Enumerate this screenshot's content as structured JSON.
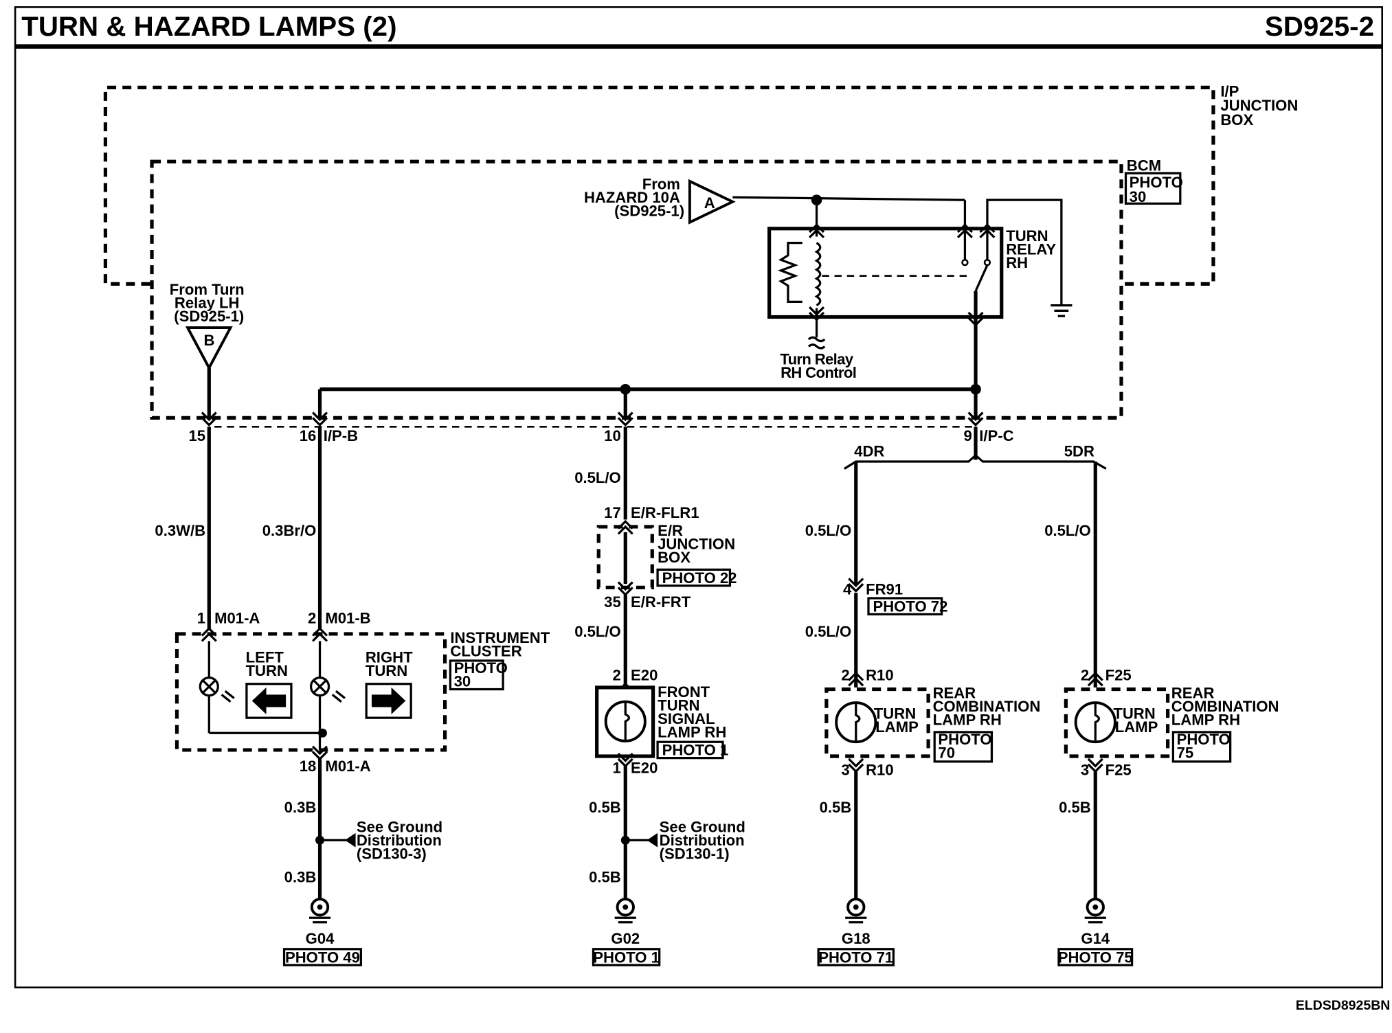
{
  "header": {
    "title": "TURN & HAZARD LAMPS (2)",
    "code": "SD925-2"
  },
  "ip_junction_box": {
    "label": [
      "I/P",
      "JUNCTION",
      "BOX"
    ]
  },
  "bcm": {
    "label": "BCM",
    "photo": [
      "PHOTO",
      "30"
    ]
  },
  "connector_a": {
    "letter": "A",
    "from": [
      "From",
      "HAZARD 10A",
      "(SD925-1)"
    ]
  },
  "connector_b": {
    "letter": "B",
    "from": [
      "From Turn",
      "Relay LH",
      "(SD925-1)"
    ]
  },
  "turn_relay": {
    "label": [
      "TURN",
      "RELAY",
      "RH"
    ],
    "control": [
      "Turn Relay",
      "RH Control"
    ]
  },
  "ip_pins": {
    "p15": "15",
    "p16": "16",
    "ipb": "I/P-B",
    "p10": "10",
    "p9": "9",
    "ipc": "I/P-C"
  },
  "variants": {
    "left": "4DR",
    "right": "5DR"
  },
  "wires": {
    "w1": "0.3W/B",
    "w2": "0.3Br/O",
    "w3a": "0.5L/O",
    "w3b": "0.5L/O",
    "w4a": "0.5L/O",
    "w4b": "0.5L/O",
    "w5": "0.5L/O",
    "g1a": "0.3B",
    "g1b": "0.3B",
    "g2a": "0.5B",
    "g2b": "0.5B",
    "g3": "0.5B",
    "g4": "0.5B"
  },
  "cluster": {
    "pin1": "1",
    "conn1": "M01-A",
    "pin2": "2",
    "conn2": "M01-B",
    "left": [
      "LEFT",
      "TURN"
    ],
    "right": [
      "RIGHT",
      "TURN"
    ],
    "label": [
      "INSTRUMENT",
      "CLUSTER"
    ],
    "photo": [
      "PHOTO",
      "30"
    ],
    "pin18": "18",
    "conn18": "M01-A"
  },
  "er_box": {
    "pin17": "17",
    "conn17": "E/R-FLR1",
    "label": [
      "E/R",
      "JUNCTION",
      "BOX"
    ],
    "photo": "PHOTO 22",
    "pin35": "35",
    "conn35": "E/R-FRT"
  },
  "front_lamp": {
    "pin2": "2",
    "conn2": "E20",
    "pin1": "1",
    "conn1": "E20",
    "label": [
      "FRONT",
      "TURN",
      "SIGNAL",
      "LAMP RH"
    ],
    "photo": "PHOTO 1"
  },
  "fr91": {
    "pin": "4",
    "conn": "FR91",
    "photo": "PHOTO 72"
  },
  "rear_4dr": {
    "pin2": "2",
    "conn": "R10",
    "pin3": "3",
    "lamp": [
      "TURN",
      "LAMP"
    ],
    "label": [
      "REAR",
      "COMBINATION",
      "LAMP RH"
    ],
    "photo": [
      "PHOTO",
      "70"
    ]
  },
  "rear_5dr": {
    "pin2": "2",
    "conn": "F25",
    "pin3": "3",
    "lamp": [
      "TURN",
      "LAMP"
    ],
    "label": [
      "REAR",
      "COMBINATION",
      "LAMP RH"
    ],
    "photo": [
      "PHOTO",
      "75"
    ]
  },
  "ground_dist_1": [
    "See Ground",
    "Distribution",
    "(SD130-3)"
  ],
  "ground_dist_2": [
    "See Ground",
    "Distribution",
    "(SD130-1)"
  ],
  "grounds": [
    {
      "id": "G04",
      "photo": "PHOTO 49"
    },
    {
      "id": "G02",
      "photo": "PHOTO 1"
    },
    {
      "id": "G18",
      "photo": "PHOTO 71"
    },
    {
      "id": "G14",
      "photo": "PHOTO 75"
    }
  ],
  "footer_code": "ELDSD8925BN"
}
